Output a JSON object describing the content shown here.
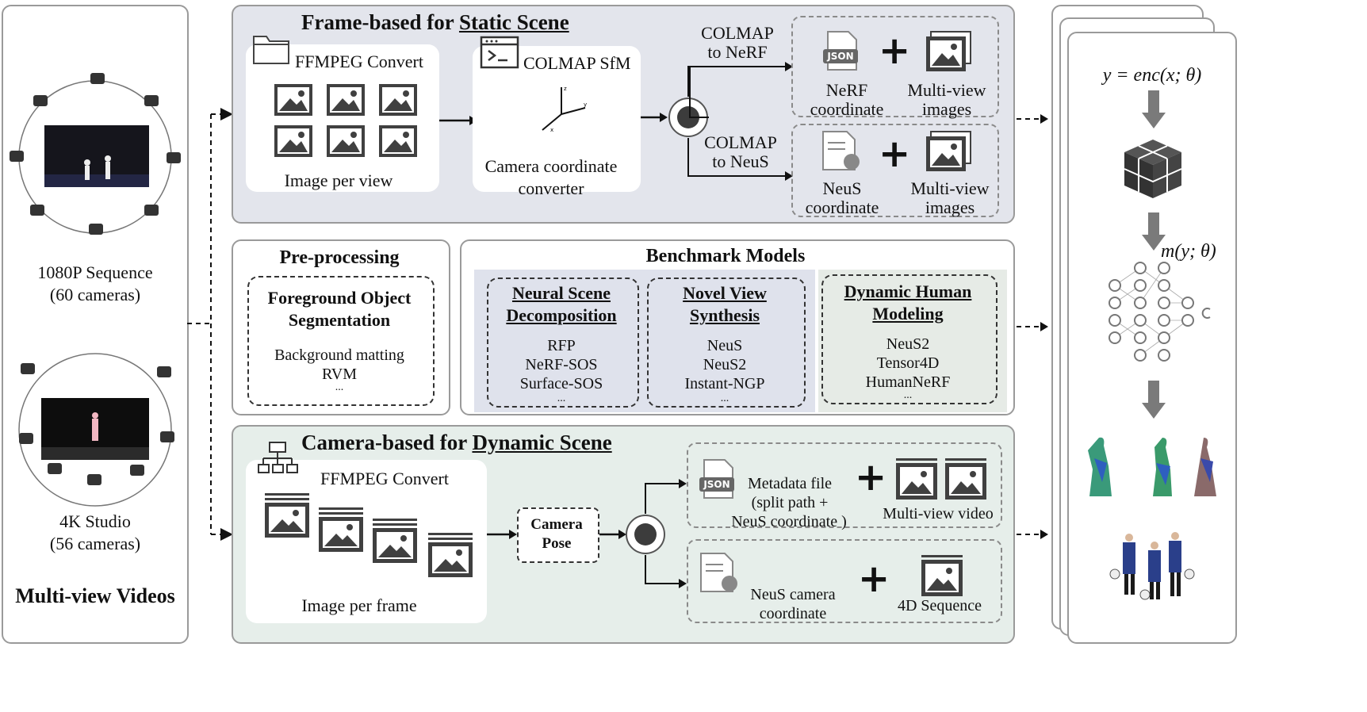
{
  "left": {
    "seq1_line1": "1080P Sequence",
    "seq1_line2": "(60 cameras)",
    "seq2_line1": "4K Studio",
    "seq2_line2": "(56 cameras)",
    "title": "Multi-view Videos"
  },
  "static": {
    "title_prefix": "Frame-based for ",
    "title_underlined": "Static Scene",
    "ffmpeg": "FFMPEG Convert",
    "image_per_view": "Image per view",
    "colmap_sfm": "COLMAP SfM",
    "cam_conv_line1": "Camera coordinate",
    "cam_conv_line2": "converter",
    "to_nerf_line1": "COLMAP",
    "to_nerf_line2": "to NeRF",
    "to_neus_line1": "COLMAP",
    "to_neus_line2": "to NeuS",
    "nerf_coord_line1": "NeRF",
    "nerf_coord_line2": "coordinate",
    "neus_coord_line1": "NeuS",
    "neus_coord_line2": "coordinate",
    "mv_images_line1": "Multi-view",
    "mv_images_line2": "images",
    "json_label": "JSON"
  },
  "preprocess": {
    "title": "Pre-processing",
    "box_title_line1": "Foreground Object",
    "box_title_line2": "Segmentation",
    "items": [
      "Background matting",
      "RVM",
      "..."
    ]
  },
  "benchmark": {
    "title": "Benchmark Models",
    "groups": [
      {
        "title_line1": "Neural Scene",
        "title_line2": "Decomposition",
        "items": [
          "RFP",
          "NeRF-SOS",
          "Surface-SOS",
          "..."
        ]
      },
      {
        "title_line1": "Novel View",
        "title_line2": "Synthesis",
        "items": [
          "NeuS",
          "NeuS2",
          "Instant-NGP",
          "..."
        ]
      },
      {
        "title_line1": "Dynamic Human",
        "title_line2": "Modeling",
        "items": [
          "NeuS2",
          "Tensor4D",
          "HumanNeRF",
          "..."
        ]
      }
    ]
  },
  "dynamic": {
    "title_prefix": "Camera-based for ",
    "title_underlined": "Dynamic Scene",
    "ffmpeg": "FFMPEG Convert",
    "image_per_frame": "Image per frame",
    "camera_pose_line1": "Camera",
    "camera_pose_line2": "Pose",
    "metadata_line1": "Metadata file",
    "metadata_line2": "(split path +",
    "metadata_line3": "NeuS coordinate  )",
    "mv_video": "Multi-view video",
    "neus_cam_line1": "NeuS camera",
    "neus_cam_line2": "coordinate",
    "seq4d": "4D Sequence",
    "json_label": "JSON"
  },
  "right": {
    "formula_top": "y = enc(x; θ)",
    "formula_mid": "m(y; θ)"
  },
  "colors": {
    "static_bg": "#e3e5ec",
    "dynamic_bg": "#e6eeea",
    "bench_left_bg": "#dfe2ec",
    "bench_right_bg": "#e6ebe6",
    "icon_dark": "#3c3c3c",
    "arrow_grey": "#7a7a7a"
  }
}
